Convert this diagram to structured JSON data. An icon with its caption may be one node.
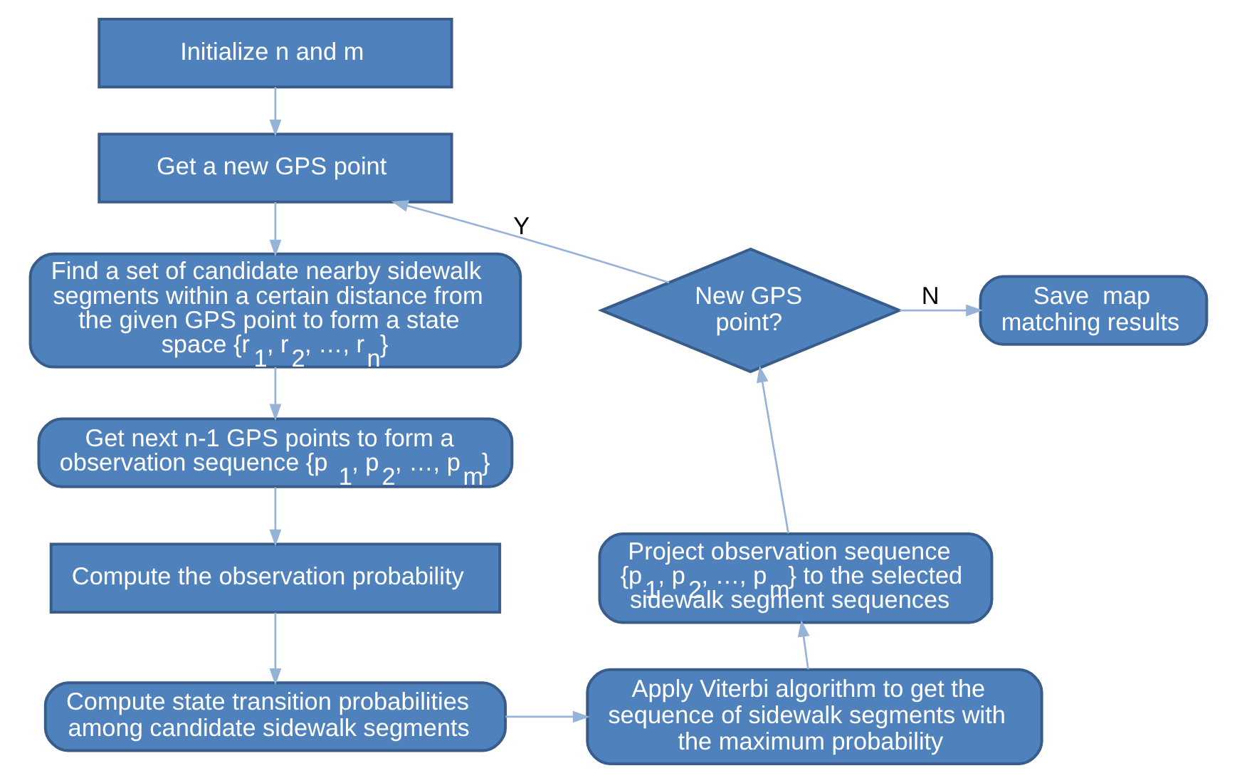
{
  "diagram": {
    "nodes": [
      {
        "text": [
          "Initialize n and m"
        ]
      },
      {
        "text": [
          "Get a new GPS point"
        ]
      },
      {
        "text": [
          "Find a set of candidate nearby sidewalk segments within a certain distance from the given GPS point to form a state space {r$_{1}$, r$_{2}$, …, r$_{n}$}"
        ]
      },
      {
        "text": [
          "Get next n-1 GPS points to form a observation sequence {p$_{1}$, p$_{2}$, …, p$_{m}$}"
        ]
      },
      {
        "text": [
          "Compute the observation probability"
        ]
      },
      {
        "text": [
          "Compute state transition probabilities among candidate sidewalk segments"
        ]
      },
      {
        "text": [
          "Apply Viterbi algorithm to get the sequence of sidewalk segments with the maximum probability"
        ]
      },
      {
        "text": [
          "Project observation sequence {p$_{1}$, p$_{2}$, …, p$_{m}$} to the selected sidewalk segment sequences"
        ]
      },
      {
        "text": [
          "New GPS point?"
        ]
      },
      {
        "text": [
          "Save  map matching results"
        ]
      }
    ],
    "edges": [
      {
        "from": 0,
        "to": 1,
        "arrow": "to"
      },
      {
        "from": 1,
        "to": 2,
        "arrow": "to"
      },
      {
        "from": 2,
        "to": 3,
        "arrow": "to"
      },
      {
        "from": 3,
        "to": 4,
        "arrow": "to"
      },
      {
        "from": 4,
        "to": 5,
        "arrow": "to"
      },
      {
        "from": 5,
        "to": 6,
        "arrow": "to"
      },
      {
        "from": 6,
        "to": 7,
        "arrow": "to"
      },
      {
        "from": 7,
        "to": 8,
        "arrow": "to"
      },
      {
        "from": 8,
        "to": 9,
        "arrow": "to",
        "label": "N"
      },
      {
        "from": 8,
        "to": 1,
        "arrow": "to",
        "label": "Y"
      }
    ]
  }
}
